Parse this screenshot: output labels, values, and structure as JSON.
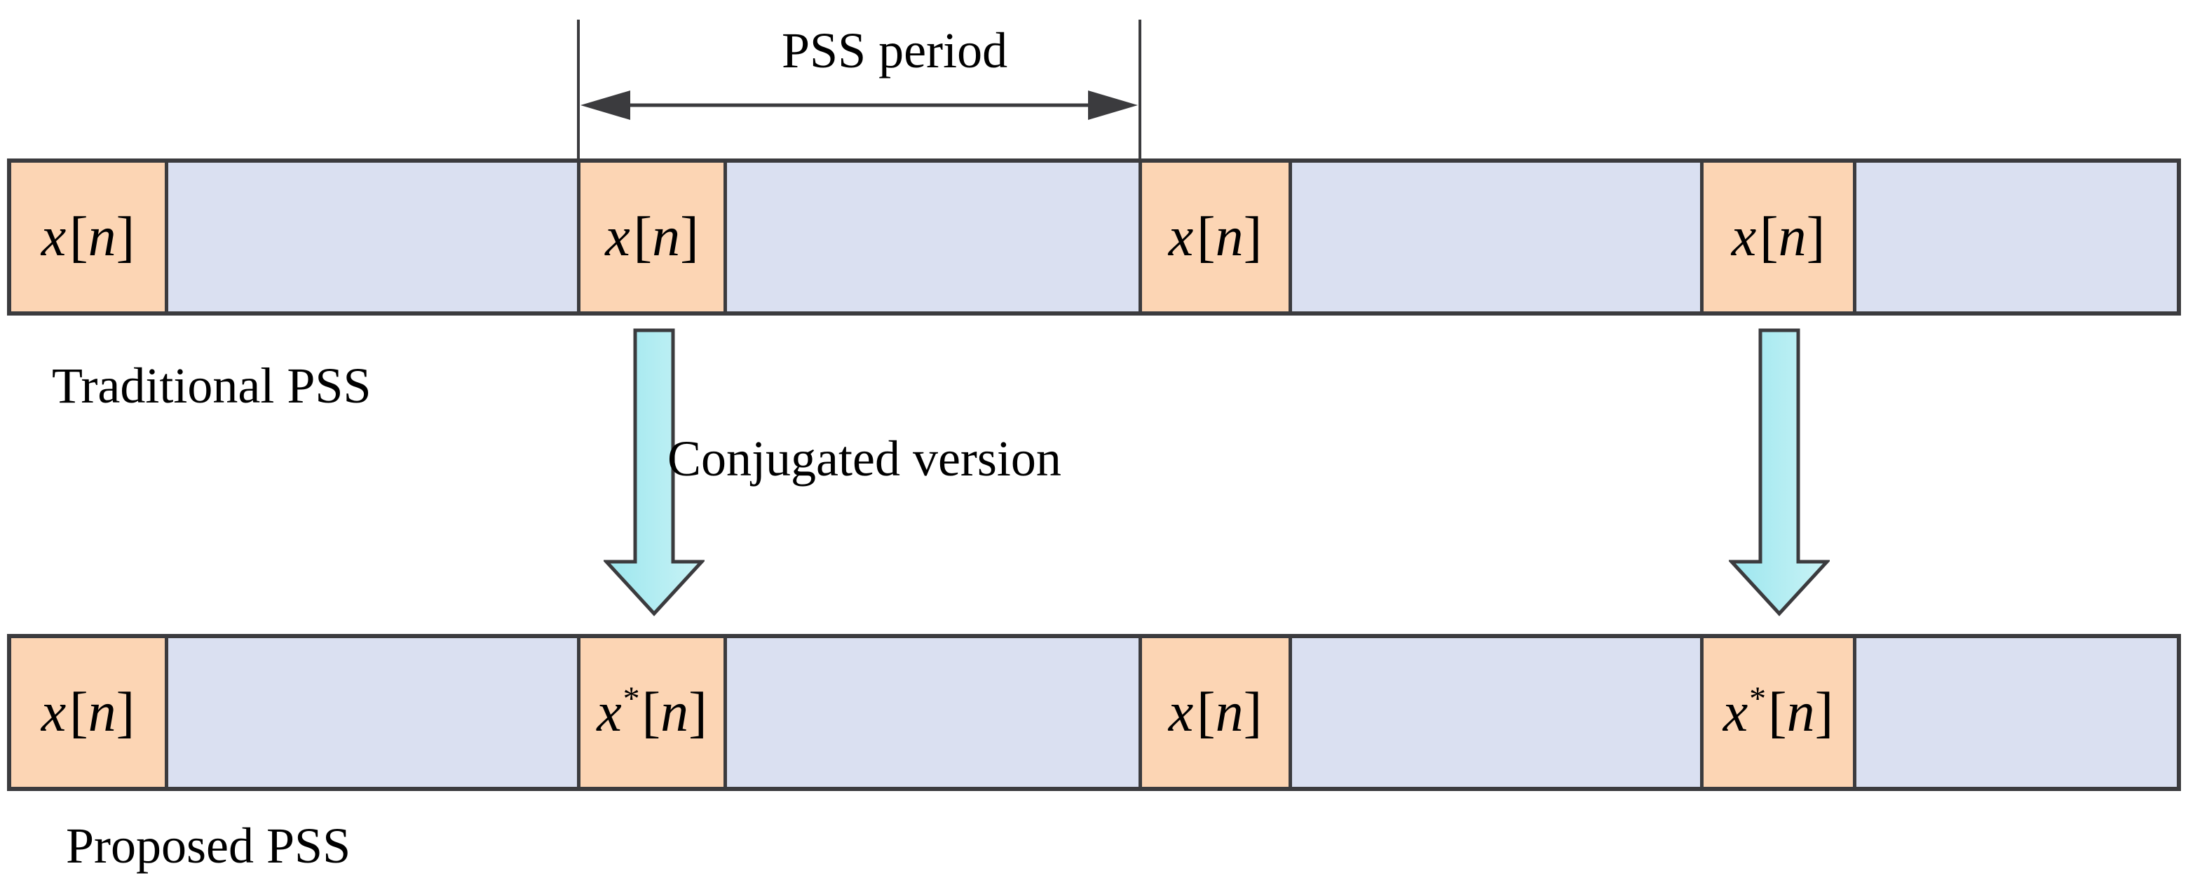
{
  "figure": {
    "period_annotation": {
      "label": "PSS period"
    },
    "conjugated_annotation": {
      "label": "Conjugated version"
    },
    "traditional_row": {
      "caption": "Traditional PSS",
      "blocks": [
        {
          "base": "x",
          "sup": "",
          "open": "[",
          "var": "n",
          "close": "]"
        },
        {
          "base": "x",
          "sup": "",
          "open": "[",
          "var": "n",
          "close": "]"
        },
        {
          "base": "x",
          "sup": "",
          "open": "[",
          "var": "n",
          "close": "]"
        },
        {
          "base": "x",
          "sup": "",
          "open": "[",
          "var": "n",
          "close": "]"
        }
      ]
    },
    "proposed_row": {
      "caption": "Proposed PSS",
      "blocks": [
        {
          "base": "x",
          "sup": "",
          "open": "[",
          "var": "n",
          "close": "]"
        },
        {
          "base": "x",
          "sup": "*",
          "open": "[",
          "var": "n",
          "close": "]"
        },
        {
          "base": "x",
          "sup": "",
          "open": "[",
          "var": "n",
          "close": "]"
        },
        {
          "base": "x",
          "sup": "*",
          "open": "[",
          "var": "n",
          "close": "]"
        }
      ]
    },
    "colors": {
      "block_fill": "#FCD5B4",
      "bar_fill": "#DAE0F1",
      "outline": "#3B3B3E",
      "arrow_fill_start": "#9CE6EE",
      "arrow_fill_end": "#C9F3F6",
      "text": "#000000"
    }
  }
}
